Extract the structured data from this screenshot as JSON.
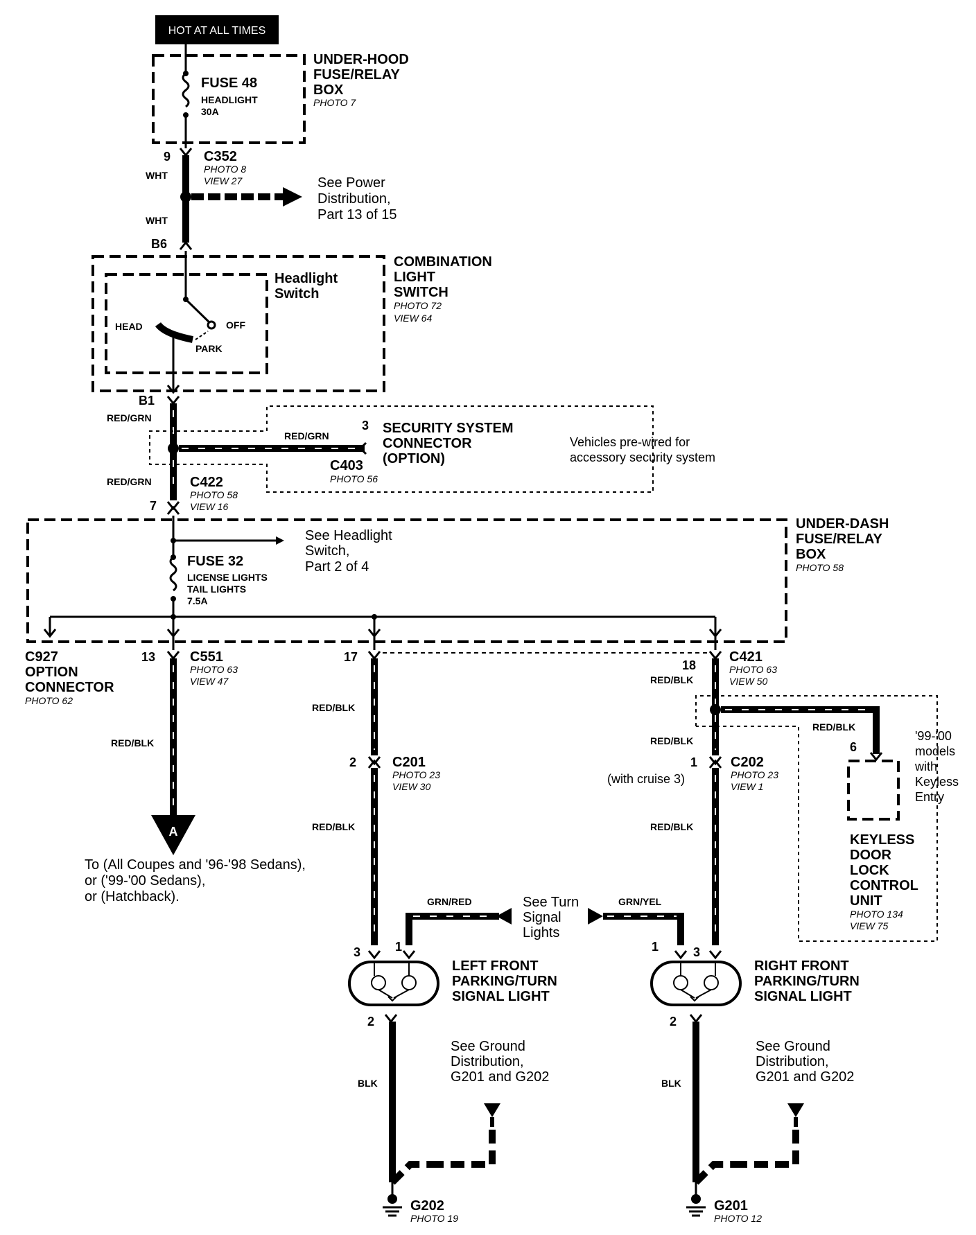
{
  "header": {
    "hot_at_all_times": "HOT AT ALL TIMES"
  },
  "under_hood_box": {
    "title_lines": [
      "UNDER-HOOD",
      "FUSE/RELAY",
      "BOX"
    ],
    "photo": "PHOTO 7",
    "fuse_name": "FUSE 48",
    "fuse_desc_1": "HEADLIGHT",
    "fuse_desc_2": "30A"
  },
  "c352": {
    "pin": "9",
    "name": "C352",
    "photo": "PHOTO 8",
    "view": "VIEW 27"
  },
  "wire_wht_1": "WHT",
  "wire_wht_2": "WHT",
  "power_distribution_ref": [
    "See Power",
    "Distribution,",
    "Part 13 of 15"
  ],
  "pin_b6": "B6",
  "combination_switch": {
    "title_lines": [
      "COMBINATION",
      "LIGHT",
      "SWITCH"
    ],
    "photo": "PHOTO 72",
    "view": "VIEW 64",
    "inner_title_lines": [
      "Headlight",
      "Switch"
    ],
    "head": "HEAD",
    "off": "OFF",
    "park": "PARK"
  },
  "pin_b1": "B1",
  "wire_red_grn_1": "RED/GRN",
  "wire_red_grn_2": "RED/GRN",
  "wire_red_grn_3": "RED/GRN",
  "security_connector": {
    "pin": "3",
    "title_lines": [
      "SECURITY SYSTEM",
      "CONNECTOR",
      "(OPTION)"
    ],
    "name": "C403",
    "photo": "PHOTO 56",
    "note_lines": [
      "Vehicles pre-wired for",
      "accessory security system"
    ]
  },
  "c422": {
    "pin": "7",
    "name": "C422",
    "photo": "PHOTO 58",
    "view": "VIEW 16"
  },
  "under_dash_box": {
    "title_lines": [
      "UNDER-DASH",
      "FUSE/RELAY",
      "BOX"
    ],
    "photo": "PHOTO 58",
    "fuse_name": "FUSE 32",
    "fuse_desc_1": "LICENSE LIGHTS",
    "fuse_desc_2": "TAIL LIGHTS",
    "fuse_desc_3": "7.5A",
    "headlight_ref": [
      "See Headlight",
      "Switch,",
      "Part 2 of 4"
    ]
  },
  "c927": {
    "title_lines": [
      "C927",
      "OPTION",
      "CONNECTOR"
    ],
    "photo": "PHOTO 62"
  },
  "c551": {
    "pin": "13",
    "name": "C551",
    "photo": "PHOTO 63",
    "view": "VIEW 47"
  },
  "pin_17": "17",
  "c421": {
    "pin": "18",
    "name": "C421",
    "photo": "PHOTO 63",
    "view": "VIEW 50"
  },
  "wires_red_blk": [
    "RED/BLK",
    "RED/BLK",
    "RED/BLK",
    "RED/BLK",
    "RED/BLK",
    "RED/BLK",
    "RED/BLK"
  ],
  "arrow_a": "A",
  "to_note_lines": [
    "To (All Coupes and '96-'98 Sedans),",
    "or ('99-'00 Sedans),",
    "or (Hatchback)."
  ],
  "c201": {
    "pin": "2",
    "name": "C201",
    "photo": "PHOTO 23",
    "view": "VIEW 30"
  },
  "c202": {
    "pin": "1",
    "cruise": "(with cruise 3)",
    "name": "C202",
    "photo": "PHOTO 23",
    "view": "VIEW 1"
  },
  "keyless": {
    "pin": "6",
    "note_lines": [
      "'99-'00",
      "models",
      "with",
      "Keyless",
      "Entry"
    ],
    "title_lines": [
      "KEYLESS",
      "DOOR",
      "LOCK",
      "CONTROL",
      "UNIT"
    ],
    "photo": "PHOTO 134",
    "view": "VIEW 75"
  },
  "turn_signal": {
    "wire_left": "GRN/RED",
    "wire_right": "GRN/YEL",
    "ref_lines": [
      "See Turn",
      "Signal",
      "Lights"
    ]
  },
  "left_light": {
    "pin_3": "3",
    "pin_1": "1",
    "pin_2": "2",
    "title_lines": [
      "LEFT FRONT",
      "PARKING/TURN",
      "SIGNAL LIGHT"
    ]
  },
  "right_light": {
    "pin_1": "1",
    "pin_3": "3",
    "pin_2": "2",
    "title_lines": [
      "RIGHT FRONT",
      "PARKING/TURN",
      "SIGNAL LIGHT"
    ]
  },
  "wire_blk_left": "BLK",
  "wire_blk_right": "BLK",
  "ground_ref_left": [
    "See Ground",
    "Distribution,",
    "G201 and G202"
  ],
  "ground_ref_right": [
    "See Ground",
    "Distribution,",
    "G201 and G202"
  ],
  "g202": {
    "name": "G202",
    "photo": "PHOTO 19"
  },
  "g201": {
    "name": "G201",
    "photo": "PHOTO 12"
  }
}
